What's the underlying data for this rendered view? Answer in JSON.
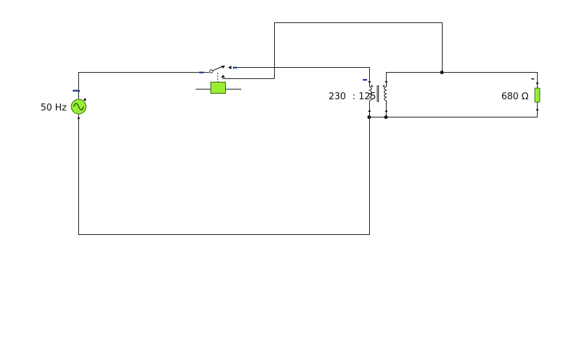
{
  "diagram": {
    "source": {
      "label": "50 Hz"
    },
    "transformer": {
      "primary": "230",
      "separator": ":",
      "secondary": "125"
    },
    "resistor": {
      "label": "680 Ω"
    }
  },
  "colors": {
    "wire": "#1a1a1a",
    "component_fill": "#99ee33",
    "component_stroke": "#2a6a00",
    "port_marker": "#1e3aa0"
  }
}
